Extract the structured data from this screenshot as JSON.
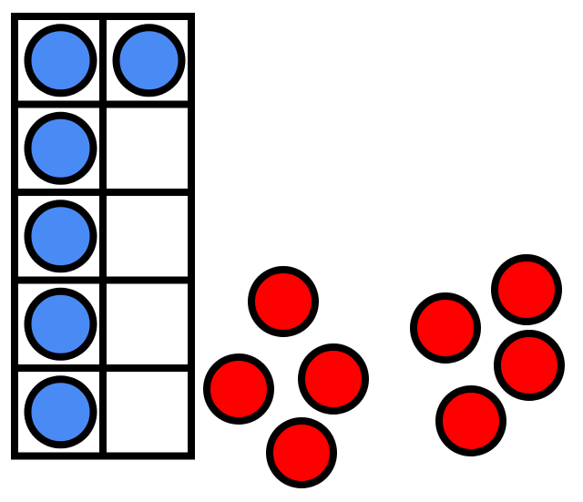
{
  "ten_frame": {
    "rows": 5,
    "columns": 2,
    "filled_cells": [
      [
        0,
        0
      ],
      [
        0,
        1
      ],
      [
        1,
        0
      ],
      [
        2,
        0
      ],
      [
        3,
        0
      ],
      [
        4,
        0
      ]
    ],
    "counter_color": "#4a8af4",
    "filled_count": 6
  },
  "loose_counters": {
    "color": "#ff0000",
    "groups": [
      {
        "count": 4
      },
      {
        "count": 4
      }
    ]
  },
  "stroke_color": "#000000"
}
